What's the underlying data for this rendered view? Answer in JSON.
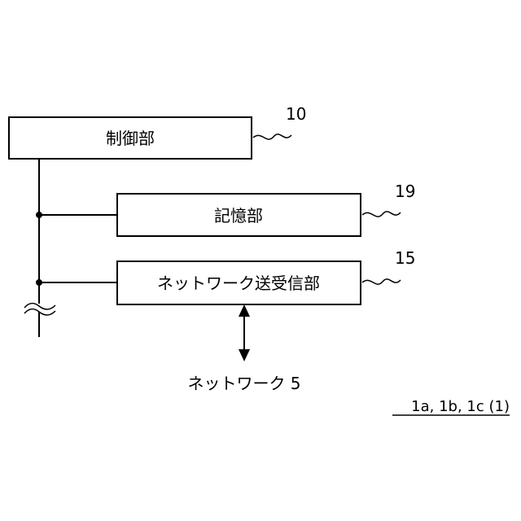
{
  "blocks": {
    "control": {
      "label": "制御部",
      "ref": "10"
    },
    "storage": {
      "label": "記憶部",
      "ref": "19"
    },
    "network_tx": {
      "label": "ネットワーク送受信部",
      "ref": "15"
    }
  },
  "network": {
    "label": "ネットワーク 5"
  },
  "figure_ref": "1a, 1b, 1c (1)"
}
